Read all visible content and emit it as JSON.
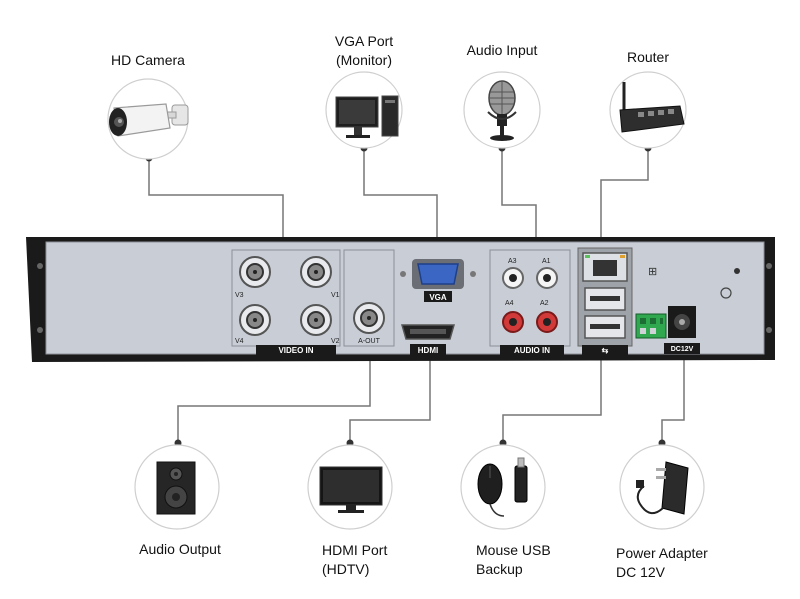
{
  "devices": {
    "hd_camera": "HD Camera",
    "vga_port": [
      "VGA Port",
      "(Monitor)"
    ],
    "audio_input": "Audio Input",
    "router": "Router",
    "audio_output": "Audio Output",
    "hdmi_port": [
      "HDMI Port",
      "(HDTV)"
    ],
    "mouse_usb": [
      "Mouse USB",
      "Backup"
    ],
    "power_adapter": [
      "Power Adapter",
      "DC 12V"
    ]
  },
  "panel_labels": {
    "video_in": "VIDEO IN",
    "vga": "VGA",
    "hdmi": "HDMI",
    "audio_in": "AUDIO IN",
    "a_out": "A-OUT",
    "dc12v": "DC12V",
    "v1": "V1",
    "v2": "V2",
    "v3": "V3",
    "v4": "V4",
    "a1": "A1",
    "a2": "A2",
    "a3": "A3",
    "a4": "A4"
  },
  "icons": [
    "camera-icon",
    "monitor-icon",
    "microphone-icon",
    "router-icon",
    "speaker-icon",
    "tv-icon",
    "mouse-usb-icon",
    "power-adapter-icon"
  ]
}
